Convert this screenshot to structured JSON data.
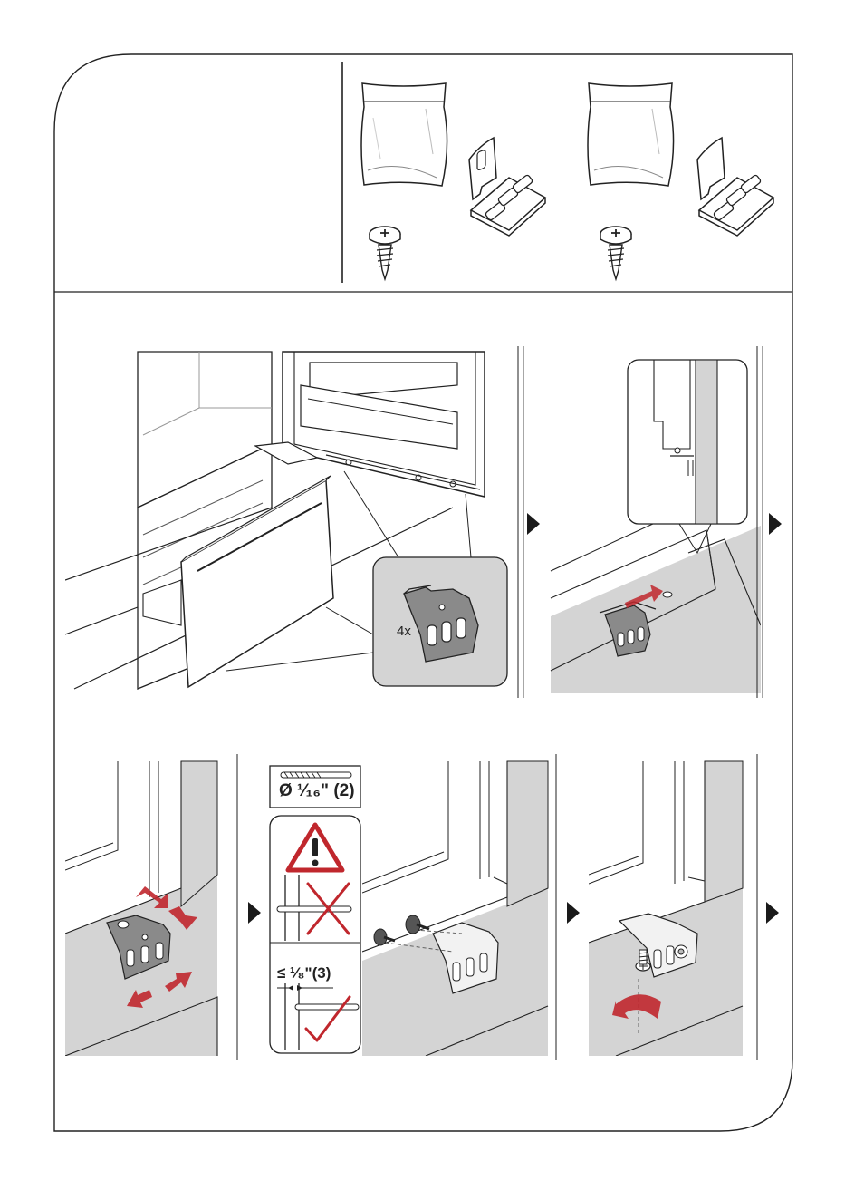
{
  "parts": {
    "bag_icon": "screw-bag-icon",
    "screw_icon": "screw-icon",
    "bracket_icon": "door-bracket-icon"
  },
  "step1": {
    "quantity_label": "4x"
  },
  "step3": {
    "drill_label": "Ø ¹⁄₁₆\" (2)",
    "depth_label": "≤ ¹⁄₈\"(3)"
  },
  "colors": {
    "arrow_red": "#c0272d",
    "line": "#222222",
    "panel_gray": "#d4d4d4",
    "part_gray": "#8a8a8a",
    "next_arrow": "#1a1a1a"
  }
}
